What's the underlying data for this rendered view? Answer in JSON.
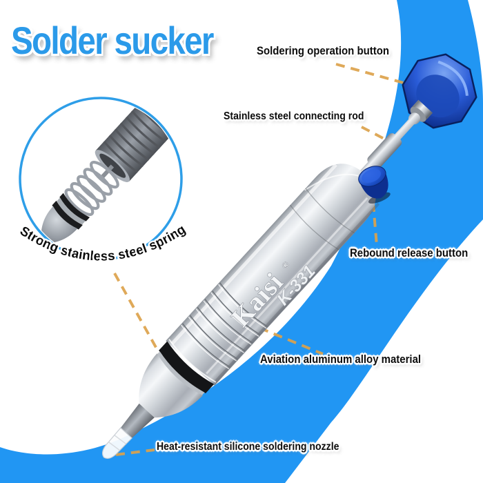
{
  "title": "Solder sucker",
  "product": {
    "brand": "Kaisi",
    "reg_mark": "®",
    "model": "K-331"
  },
  "labels": {
    "operation_button": "Soldering operation button",
    "connecting_rod": "Stainless steel connecting rod",
    "rebound_button": "Rebound release button",
    "spring": "Strong stainless steel spring",
    "material": "Aviation aluminum alloy material",
    "nozzle": "Heat-resistant silicone soldering nozzle"
  },
  "colors": {
    "swoosh_blue": "#2196f3",
    "title_blue": "#2b9ae9",
    "knob_blue": "#1c49b8",
    "leader_dash": "#dca24b",
    "label_text": "#0d0d0d"
  }
}
